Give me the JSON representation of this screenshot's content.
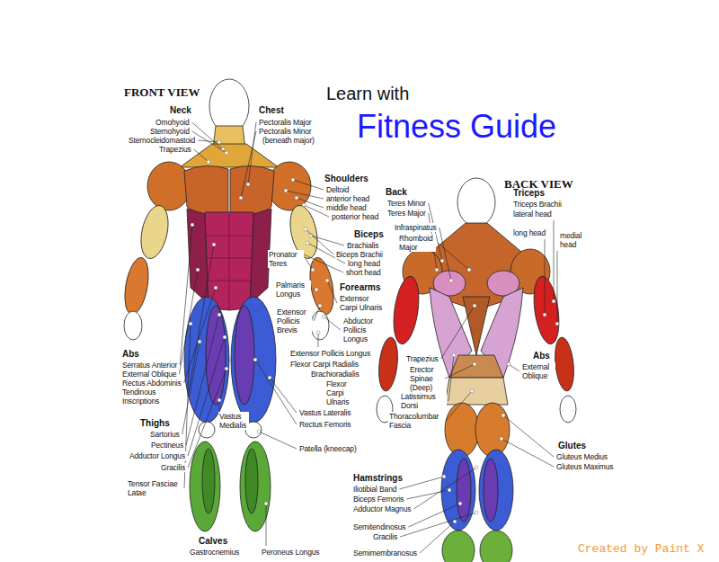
{
  "diagram": {
    "title": "Fitness Guide",
    "labels": [
      "Learn with",
      "FRONT VIEW",
      "Neck",
      "Omohyoid",
      "Sternohyoid",
      "Sternocleidomastoid",
      "Trapezius",
      "Chest",
      "Pectoralis Major",
      "Pectoralis Minor",
      "(beneath major)",
      "Shoulders",
      "Deltoid",
      "anterior head",
      "middle head",
      "posterior head",
      "BACK VIEW",
      "Back",
      "Teres Minor",
      "Teres Major",
      "Infraspinatus",
      "Rhomboid Major",
      "Triceps",
      "Triceps Brachii",
      "lateral head",
      "long head",
      "medial head",
      "Biceps",
      "Brachialis",
      "Biceps Brachii",
      "long head",
      "short head",
      "Pronator Teres",
      "Palmaris Longus",
      "Forearms",
      "Extensor Carpi Ulnaris",
      "Extensor Pollicis Brevis",
      "Abductor Pollicis Longus",
      "Extensor Pollicis Longus",
      "Flexor Carpi Radialis",
      "Brachioradialis",
      "Flexor Carpi Ulnaris",
      "Abs",
      "Serratus Anterior",
      "External Oblique",
      "Rectus Abdominis",
      "Tendinous Inscriptions",
      "Abs",
      "External Oblique",
      "Trapezius",
      "Erector Spinae (Deep)",
      "Latissimus Dorsi",
      "Thoracolumbar Fascia",
      "Thighs",
      "Sartorius",
      "Pectineus",
      "Adductor Longus",
      "Gracilis",
      "Tensor Fasciae Latae",
      "Vastus Medialis",
      "Vastus Lateralis",
      "Rectus Femoris",
      "Patella (kneecap)",
      "Glutes",
      "Gluteus Medius",
      "Gluteus Maximus",
      "Hamstrings",
      "Iliotibial Band",
      "Biceps Femoris",
      "Adductor Magnus",
      "Semitendinosus",
      "Gracilis",
      "Semimembranosus",
      "Calves",
      "Gastrocnemius",
      "Peroneus Longus",
      "Created by Paint X"
    ]
  }
}
